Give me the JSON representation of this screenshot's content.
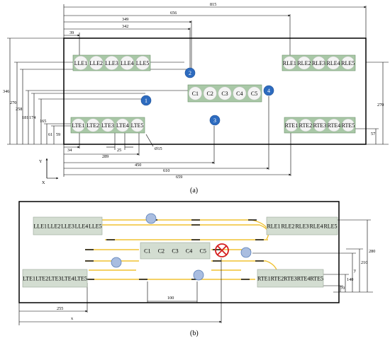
{
  "colors": {
    "panel": "#a9c8a7",
    "panel_panel_b": "#d3ddd1",
    "slot": "#f4f4f4",
    "marker": "#2d6bbf",
    "marker_b": "#a9bde0",
    "cable": "#f1c232",
    "stop": "#d51e1e"
  },
  "panel_a": {
    "caption": "(a)",
    "groups": {
      "lle": [
        "LLE1",
        "LLE2",
        "LLE3",
        "LLE4",
        "LLE5"
      ],
      "c": [
        "C1",
        "C2",
        "C3",
        "C4",
        "C5"
      ],
      "rle": [
        "RLE1",
        "RLE2",
        "RLE3",
        "RLE4",
        "RLE5"
      ],
      "lte": [
        "LTE1",
        "LTE2",
        "LTE3",
        "LTE4",
        "LTE5"
      ],
      "rte": [
        "RTE1",
        "RTE2",
        "RTE3",
        "RTE4",
        "RTE5"
      ]
    },
    "markers": [
      "1",
      "2",
      "3",
      "4"
    ],
    "dims_top": [
      "815",
      "656",
      "349",
      "342",
      "39"
    ],
    "dims_left": [
      "346",
      "270",
      "258",
      "181",
      "174",
      "165",
      "61",
      "59"
    ],
    "dims_right": [
      "270",
      "57"
    ],
    "dims_bottom": [
      "34",
      "25",
      "289",
      "450",
      "610",
      "659"
    ],
    "hole_label": "Ø15",
    "axis_y": "Y",
    "axis_x": "X"
  },
  "panel_b": {
    "caption": "(b)",
    "groups": {
      "lle": [
        "LLE1",
        "LLE2",
        "LLE3",
        "LLE4",
        "LLE5"
      ],
      "c": [
        "C1",
        "C2",
        "C3",
        "C4",
        "C5"
      ],
      "rle": [
        "RLE1",
        "RLE2",
        "RLE3",
        "RLE4",
        "RLE5"
      ],
      "lte": [
        "LTE1",
        "LTE2",
        "LTE3",
        "LTE4",
        "LTE5"
      ],
      "rte": [
        "RTE1",
        "RTE2",
        "RTE3",
        "RTE4",
        "RTE5"
      ]
    },
    "dims_right": [
      "280",
      "210",
      "y",
      "140",
      "70"
    ],
    "dims_bottom": [
      "100",
      "255",
      "x"
    ]
  }
}
